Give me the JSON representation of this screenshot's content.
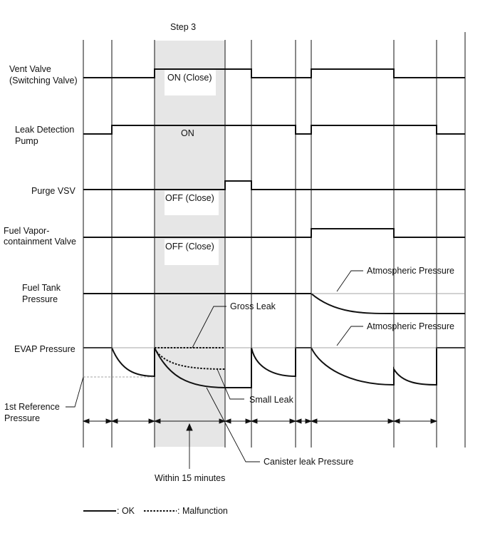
{
  "step_label": "Step 3",
  "signals": {
    "vent_valve": {
      "label_line1": "Vent Valve",
      "label_line2": "(Switching Valve)",
      "state_text": "ON (Close)"
    },
    "leak_pump": {
      "label_line1": "Leak Detection",
      "label_line2": "Pump",
      "state_text": "ON"
    },
    "purge_vsv": {
      "label_line1": "Purge VSV",
      "state_text": "OFF (Close)"
    },
    "fuel_vapor_valve": {
      "label_line1": "Fuel Vapor-",
      "label_line2": "containment Valve",
      "state_text": "OFF (Close)"
    },
    "fuel_tank_pressure": {
      "label_line1": "Fuel Tank",
      "label_line2": "Pressure"
    },
    "evap_pressure": {
      "label_line1": "EVAP Pressure"
    },
    "reference_pressure": {
      "label_line1": "1st Reference",
      "label_line2": "Pressure"
    }
  },
  "annotations": {
    "atmospheric_1": "Atmospheric Pressure",
    "atmospheric_2": "Atmospheric Pressure",
    "gross_leak": "Gross Leak",
    "small_leak": "Small Leak",
    "canister_leak": "Canister leak Pressure",
    "within_15": "Within 15 minutes"
  },
  "legend": {
    "ok_label": ": OK",
    "malfunction_label": ": Malfunction"
  },
  "colors": {
    "line": "#111111",
    "shade": "#e6e6e6",
    "thin": "#888888"
  }
}
